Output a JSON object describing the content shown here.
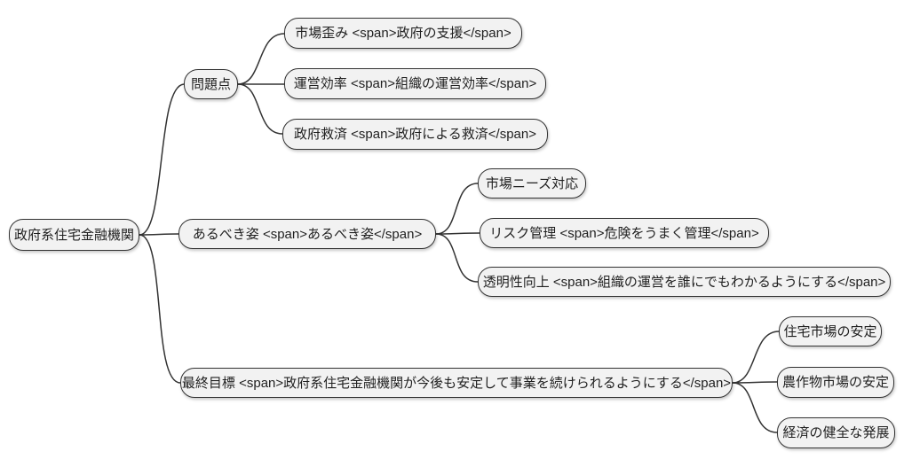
{
  "diagram": {
    "type": "mindmap",
    "colors": {
      "node_fill": "#f2f2f2",
      "node_border": "#333333",
      "connector": "#333333",
      "background": "#ffffff"
    },
    "root": {
      "label": "政府系住宅金融機関"
    },
    "branches": [
      {
        "label": "問題点",
        "children": [
          {
            "label": "市場歪み <span>政府の支援</span>"
          },
          {
            "label": "運営効率 <span>組織の運営効率</span>"
          },
          {
            "label": "政府救済 <span>政府による救済</span>"
          }
        ]
      },
      {
        "label": "あるべき姿 <span>あるべき姿</span>",
        "children": [
          {
            "label": "市場ニーズ対応"
          },
          {
            "label": "リスク管理 <span>危険をうまく管理</span>"
          },
          {
            "label": "透明性向上 <span>組織の運営を誰にでもわかるようにする</span>"
          }
        ]
      },
      {
        "label": "最終目標 <span>政府系住宅金融機関が今後も安定して事業を続けられるようにする</span>",
        "children": [
          {
            "label": "住宅市場の安定"
          },
          {
            "label": "農作物市場の安定"
          },
          {
            "label": "経済の健全な発展"
          }
        ]
      }
    ]
  }
}
